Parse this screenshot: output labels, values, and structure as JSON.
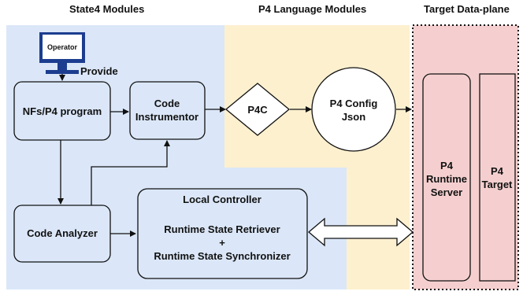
{
  "headers": {
    "state4": "State4 Modules",
    "p4_language": "P4 Language Modules",
    "target": "Target Data-plane"
  },
  "operator": {
    "label": "Operator",
    "action": "Provide"
  },
  "nodes": {
    "nfs_program": "NFs/P4 program",
    "code_instrumentor": [
      "Code",
      "Instrumentor"
    ],
    "code_analyzer": "Code Analyzer",
    "local_controller": {
      "title": "Local Controller",
      "line1": "Runtime State Retriever",
      "line2": "+",
      "line3": "Runtime State Synchronizer"
    },
    "p4c": "P4C",
    "p4_config": [
      "P4 Config",
      "Json"
    ],
    "p4_runtime_server": [
      "P4",
      "Runtime",
      "Server"
    ],
    "p4_target": [
      "P4",
      "Target"
    ]
  },
  "colors": {
    "state4_region": "#dbe7f8",
    "p4_region": "#fdf0cf",
    "target_region": "#f5cfcf",
    "monitor": "#1c3d8f"
  }
}
